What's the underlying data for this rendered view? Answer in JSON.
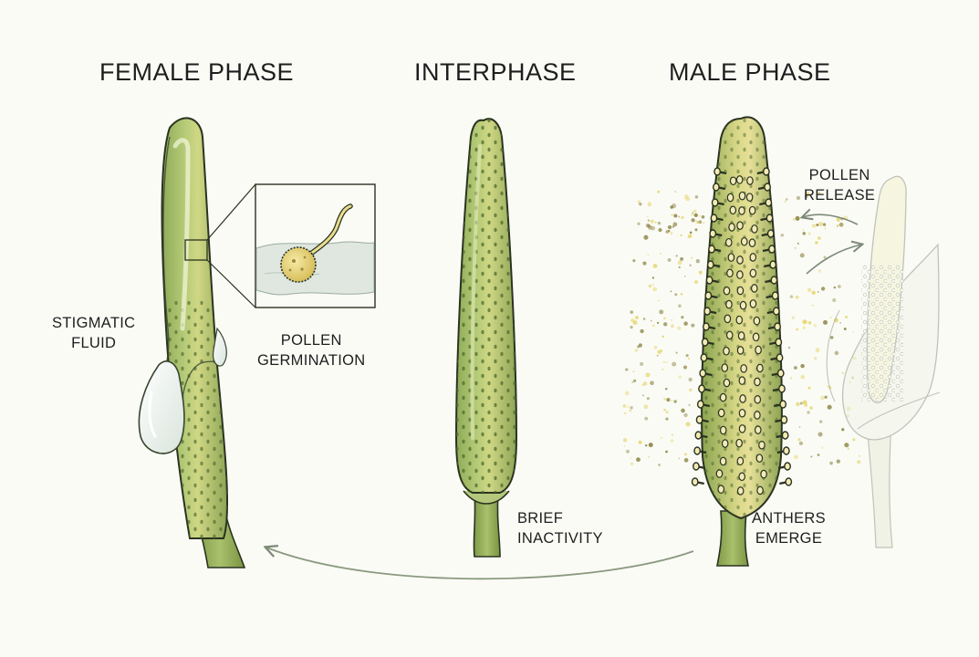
{
  "phases": [
    {
      "title": "FEMALE PHASE"
    },
    {
      "title": "INTERPHASE"
    },
    {
      "title": "MALE PHASE"
    }
  ],
  "labels": {
    "stigmatic_fluid": [
      "STIGMATIC",
      "FLUID"
    ],
    "pollen_germination": [
      "POLLEN",
      "GERMINATION"
    ],
    "brief_inactivity": [
      "BRIEF",
      "INACTIVITY"
    ],
    "anthers_emerge": [
      "ANTHERS",
      "EMERGE"
    ],
    "pollen_release": [
      "POLLEN",
      "RELEASE"
    ]
  },
  "colors": {
    "spadix_green": "#a8c070",
    "spadix_highlight": "#e3e08a",
    "stigma_fluid": "#eef3ee",
    "pollen": "#e7dc82",
    "outline": "#2a3320",
    "cycle_arrow": "#8a9a80"
  }
}
